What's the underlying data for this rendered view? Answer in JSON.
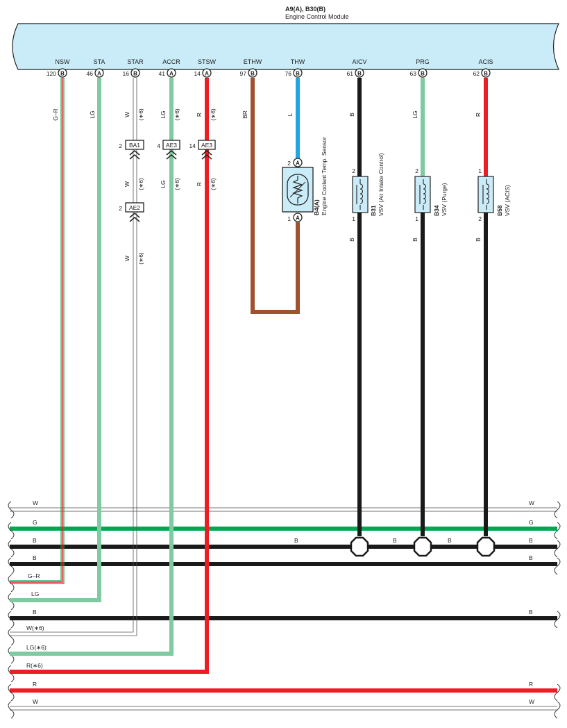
{
  "header": {
    "connector_ids": "A9(A), B30(B)",
    "module_name": "Engine Control Module"
  },
  "colors": {
    "module_fill": "#c9ecf8",
    "white_wire": "#ffffff",
    "green_wire": "#00a651",
    "light_green_wire": "#7fcaa0",
    "black_wire": "#1a1a1a",
    "red_wire": "#ee1c25",
    "brown_wire": "#a0522d",
    "blue_wire": "#1fa7e1",
    "device_fill": "#c9ecf8"
  },
  "terminals": [
    {
      "name": "NSW",
      "pin": "120",
      "conn": "B"
    },
    {
      "name": "STA",
      "pin": "46",
      "conn": "A"
    },
    {
      "name": "STAR",
      "pin": "16",
      "conn": "B"
    },
    {
      "name": "ACCR",
      "pin": "41",
      "conn": "A"
    },
    {
      "name": "STSW",
      "pin": "14",
      "conn": "A"
    },
    {
      "name": "ETHW",
      "pin": "97",
      "conn": "B"
    },
    {
      "name": "THW",
      "pin": "76",
      "conn": "B"
    },
    {
      "name": "AICV",
      "pin": "61",
      "conn": "B"
    },
    {
      "name": "PRG",
      "pin": "63",
      "conn": "B"
    },
    {
      "name": "ACIS",
      "pin": "62",
      "conn": "B"
    }
  ],
  "wire_labels": {
    "nsw": "G–R",
    "sta": "LG",
    "star_top": "W",
    "star_mid": "W",
    "star_low": "W",
    "accr_top": "LG",
    "accr_mid": "LG",
    "stsw_top": "R",
    "stsw_mid": "R",
    "note": "(∗6)",
    "ethw": "BR",
    "thw": "L",
    "aicv_top": "B",
    "aicv_bot": "B",
    "prg_top": "LG",
    "prg_bot": "B",
    "acis_top": "R",
    "acis_bot": "B"
  },
  "junction_connectors": [
    {
      "pin": "2",
      "id": "BA1"
    },
    {
      "pin": "4",
      "id": "AE3"
    },
    {
      "pin": "14",
      "id": "AE3"
    },
    {
      "pin": "2",
      "id": "AE2"
    }
  ],
  "devices": {
    "coolant": {
      "code": "B4(A)",
      "name": "Engine Coolant Temp.  Sensor",
      "pin_top": "2",
      "pin_bot": "1",
      "conn": "A"
    },
    "aicv": {
      "code": "B31",
      "name": "VSV (Air Intake Control)",
      "pin_top": "2",
      "pin_bot": "1"
    },
    "prg": {
      "code": "B34",
      "name": "VSV (Purge)",
      "pin_top": "2",
      "pin_bot": "1"
    },
    "acis": {
      "code": "B58",
      "name": "VSV (ACIS)",
      "pin_top": "1",
      "pin_bot": "2"
    }
  },
  "bus_labels": {
    "w1_left": "W",
    "w1_right": "W",
    "g_left": "G",
    "g_right": "G",
    "b1_left": "B",
    "b1_mid1": "B",
    "b1_mid2": "B",
    "b1_mid3": "B",
    "b1_right": "B",
    "b2_left": "B",
    "b2_right": "B",
    "gr_left": "G–R",
    "lg_left": "LG",
    "b3_left": "B",
    "b3_right": "B",
    "w6_left": "W(∗6)",
    "lg6_left": "LG(∗6)",
    "r6_left": "R(∗6)",
    "r_left": "R",
    "r_right": "R",
    "w2_left": "W",
    "w2_right": "W"
  }
}
